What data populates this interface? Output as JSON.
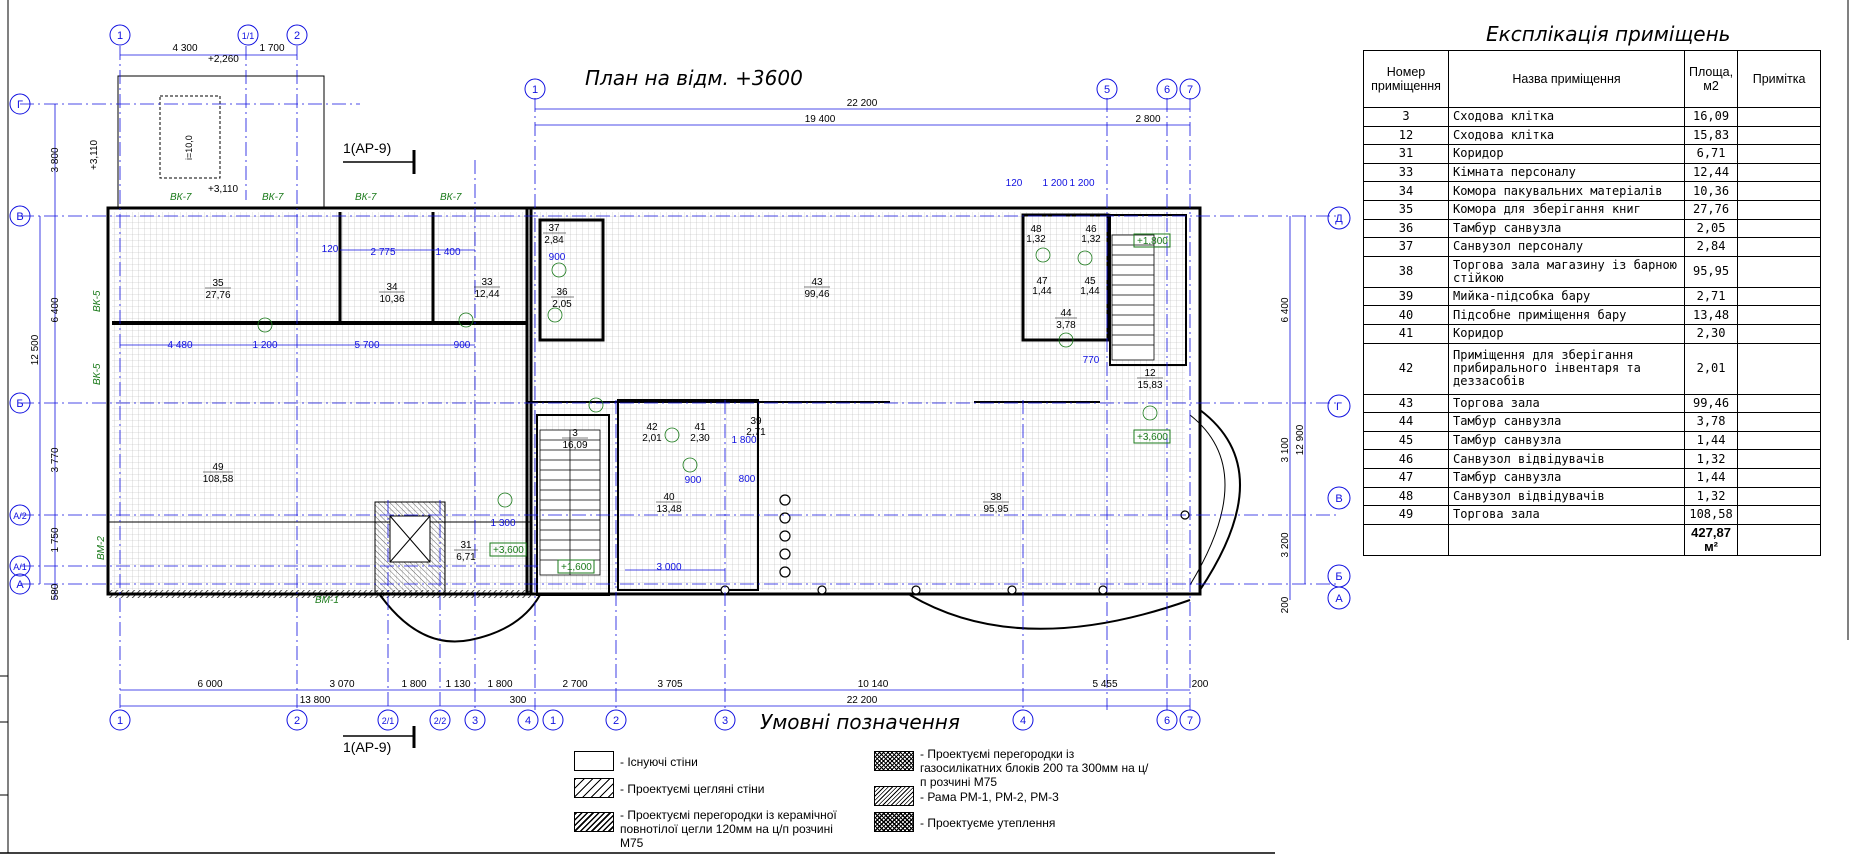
{
  "plan": {
    "title": "План на відм. +3600",
    "section_label": "1(АР-9)",
    "axes_top": [
      "1",
      "1/1",
      "2",
      "1",
      "5",
      "6",
      "7"
    ],
    "axes_bottom": [
      "1",
      "2",
      "2/1",
      "2/2",
      "3",
      "4",
      "1",
      "2",
      "3",
      "4",
      "6",
      "7"
    ],
    "axes_left": [
      "Г",
      "В",
      "Б",
      "А/2",
      "А/1",
      "А"
    ],
    "axes_right": [
      "Д",
      "Г",
      "В",
      "Б",
      "А"
    ],
    "dims_top": [
      "4 300",
      "1 700",
      "22 200",
      "19 400",
      "2 800"
    ],
    "dims_bottom": [
      "6 000",
      "3 070",
      "1 800",
      "1 130",
      "1 800",
      "13 800",
      "300",
      "2 700",
      "3 705",
      "10 140",
      "5 455",
      "200",
      "22 200"
    ],
    "dims_left": [
      "3 800",
      "6 400",
      "12 500",
      "3 770",
      "1 750",
      "580"
    ],
    "dims_right": [
      "6 400",
      "12 900",
      "3 100",
      "3 200",
      "200"
    ],
    "dims_inner": [
      "2 775",
      "1 400",
      "120",
      "4 480",
      "1 200",
      "5 700",
      "900",
      "900",
      "1 200",
      "1 200",
      "120",
      "1 300",
      "3 000",
      "1 800",
      "800",
      "900",
      "770"
    ],
    "levels": [
      "+2,260",
      "+3,110",
      "+3,110",
      "+1,800",
      "+3,600",
      "+3,600",
      "+1,600"
    ],
    "slope_label": "i=10,0",
    "windows": [
      "ВК-7",
      "ВК-7",
      "ВК-7",
      "ВК-7",
      "ВК-5",
      "ВК-5",
      "ВМ-2",
      "ВМ-1"
    ],
    "rooms": [
      {
        "num": "35",
        "area": "27,76"
      },
      {
        "num": "34",
        "area": "10,36"
      },
      {
        "num": "33",
        "area": "12,44"
      },
      {
        "num": "37",
        "area": "2,84"
      },
      {
        "num": "36",
        "area": "2,05"
      },
      {
        "num": "43",
        "area": "99,46"
      },
      {
        "num": "48",
        "area": "1,32"
      },
      {
        "num": "46",
        "area": "1,32"
      },
      {
        "num": "47",
        "area": "1,44"
      },
      {
        "num": "45",
        "area": "1,44"
      },
      {
        "num": "44",
        "area": "3,78"
      },
      {
        "num": "12",
        "area": "15,83"
      },
      {
        "num": "49",
        "area": "108,58"
      },
      {
        "num": "3",
        "area": "16,09"
      },
      {
        "num": "42",
        "area": "2,01"
      },
      {
        "num": "41",
        "area": "2,30"
      },
      {
        "num": "39",
        "area": "2,71"
      },
      {
        "num": "40",
        "area": "13,48"
      },
      {
        "num": "38",
        "area": "95,95"
      },
      {
        "num": "31",
        "area": "6,71"
      }
    ]
  },
  "explication": {
    "title": "Експлікація приміщень",
    "headers": [
      "Номер приміщення",
      "Назва приміщення",
      "Площа, м2",
      "Примітка"
    ],
    "rows": [
      {
        "num": "3",
        "name": "Сходова клітка",
        "area": "16,09"
      },
      {
        "num": "12",
        "name": "Сходова клітка",
        "area": "15,83"
      },
      {
        "num": "31",
        "name": "Коридор",
        "area": "6,71"
      },
      {
        "num": "33",
        "name": "Кімната персоналу",
        "area": "12,44"
      },
      {
        "num": "34",
        "name": "Комора пакувальних матеріалів",
        "area": "10,36"
      },
      {
        "num": "35",
        "name": "Комора для зберігання книг",
        "area": "27,76"
      },
      {
        "num": "36",
        "name": "Тамбур санвузла",
        "area": "2,05"
      },
      {
        "num": "37",
        "name": "Санвузол персоналу",
        "area": "2,84"
      },
      {
        "num": "38",
        "name": "Торгова зала магазину із барною стійкою",
        "area": "95,95"
      },
      {
        "num": "39",
        "name": "Мийка-підсобка бару",
        "area": "2,71"
      },
      {
        "num": "40",
        "name": "Підсобне приміщення бару",
        "area": "13,48"
      },
      {
        "num": "41",
        "name": "Коридор",
        "area": "2,30"
      },
      {
        "num": "42",
        "name": "Приміщення для зберігання прибирального інвентаря та деззасобів",
        "area": "2,01"
      },
      {
        "num": "43",
        "name": "Торгова зала",
        "area": "99,46"
      },
      {
        "num": "44",
        "name": "Тамбур санвузла",
        "area": "3,78"
      },
      {
        "num": "45",
        "name": "Тамбур санвузла",
        "area": "1,44"
      },
      {
        "num": "46",
        "name": "Санвузол відвідувачів",
        "area": "1,32"
      },
      {
        "num": "47",
        "name": "Тамбур санвузла",
        "area": "1,44"
      },
      {
        "num": "48",
        "name": "Санвузол відвідувачів",
        "area": "1,32"
      },
      {
        "num": "49",
        "name": "Торгова зала",
        "area": "108,58"
      }
    ],
    "total_value": "427,87",
    "total_unit": "м²"
  },
  "legend": {
    "title": "Умовні позначення",
    "items": [
      "- Існуючі стіни",
      "- Проектуємі цегляні стіни",
      "- Проектуємі перегородки із керамічної повнотілої цегли 120мм на ц/п розчині М75",
      "- Проектуємі перегородки із газосилікатних блоків 200 та 300мм на ц/п розчині М75",
      "- Рама РМ-1, РМ-2, РМ-3",
      "- Проектуєме утеплення"
    ]
  },
  "colors": {
    "axis": "#1010e0",
    "window_mark": "#1a7a1a",
    "level_mark": "#1a7a1a",
    "note": "#7a1fb0",
    "grid": "#b8b8b8"
  }
}
